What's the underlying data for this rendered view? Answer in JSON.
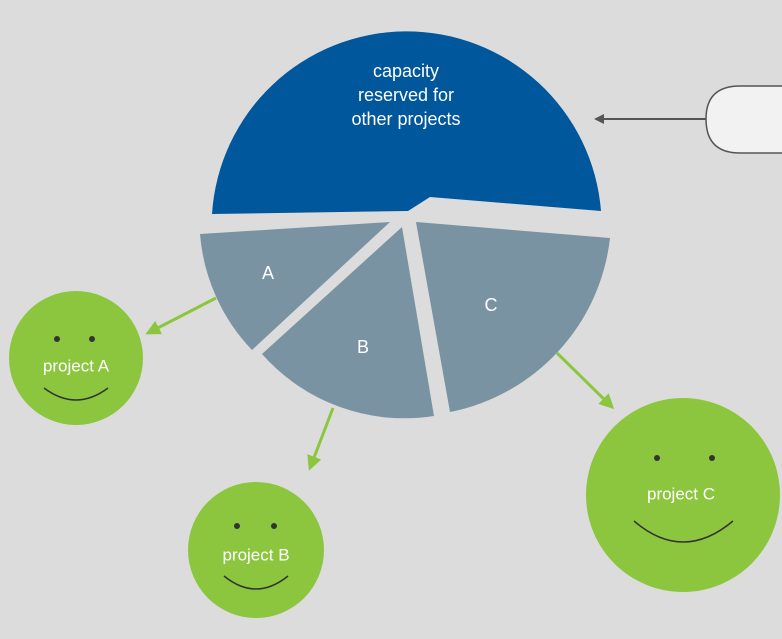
{
  "reserved_label": [
    "capacity",
    "reserved for",
    "other projects"
  ],
  "callout_label": "",
  "slices": [
    {
      "key": "A",
      "label": "A"
    },
    {
      "key": "B",
      "label": "B"
    },
    {
      "key": "C",
      "label": "C"
    }
  ],
  "projects": [
    {
      "key": "A",
      "label": "project A"
    },
    {
      "key": "B",
      "label": "project B"
    },
    {
      "key": "C",
      "label": "project C"
    }
  ],
  "colors": {
    "background": "#dcdcdc",
    "reserved": "#00579b",
    "slice": "#7a93a3",
    "project": "#8cc63f",
    "arrow": "#8cc63f",
    "callout_arrow": "#555555",
    "face": "#333333"
  }
}
